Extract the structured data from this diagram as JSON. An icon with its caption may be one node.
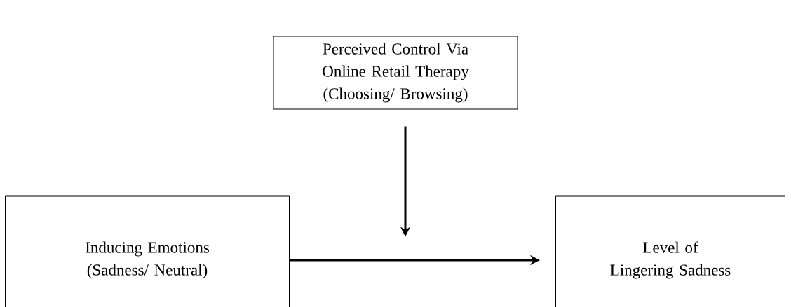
{
  "diagram": {
    "nodes": [
      {
        "text": [
          "Perceived Control Via Online Retail Therapy (Choosing/ Browsing)"
        ]
      },
      {
        "text": [
          "Inducing Emotions (Sadness/ Neutral)"
        ]
      },
      {
        "text": [
          "Level of Lingering Sadness"
        ]
      }
    ],
    "edges": [
      {
        "from": 1,
        "to": 2,
        "arrow": "to"
      },
      {
        "from": 0,
        "to": null,
        "arrow": "to"
      }
    ]
  }
}
